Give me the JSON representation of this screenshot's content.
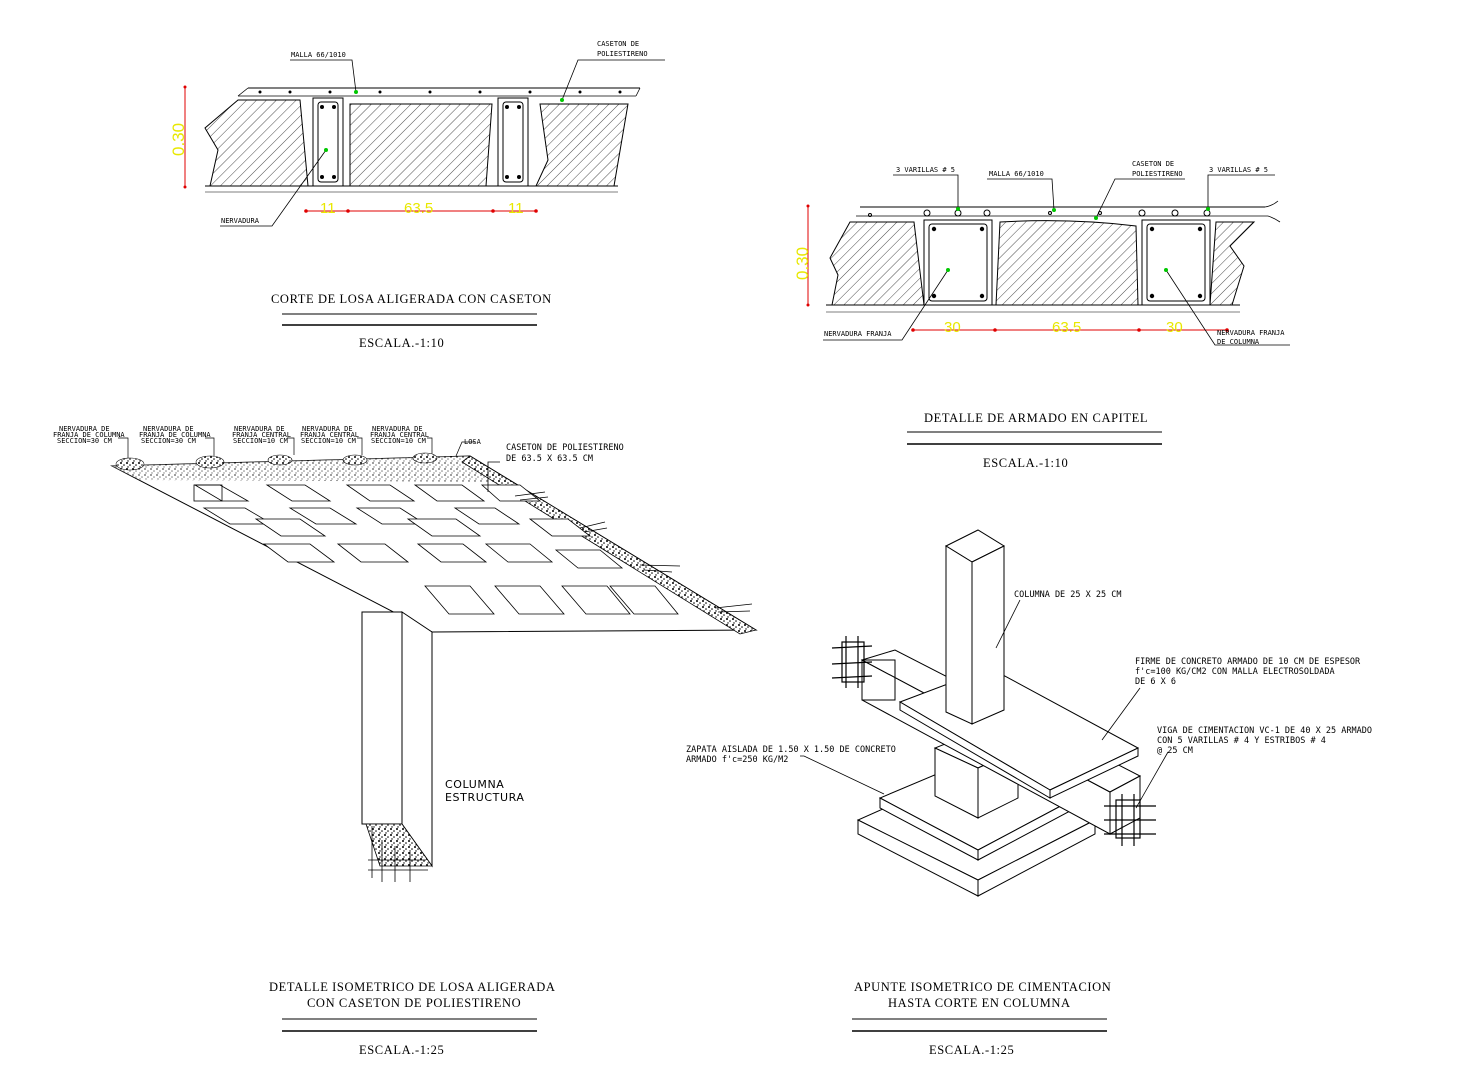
{
  "colors": {
    "ink": "#000000",
    "dimension": "#e8e800",
    "dimension_line": "#e00000",
    "leader_dot": "#00c800"
  },
  "detail_1": {
    "label_malla": "MALLA 66/1010",
    "label_caseton": [
      "CASETON DE",
      "POLIESTIRENO"
    ],
    "label_nervadura": "NERVADURA",
    "dim_height": "0.30",
    "dims": [
      "11",
      "63.5",
      "11"
    ],
    "title": "CORTE DE LOSA ALIGERADA CON CASETON",
    "scale": "ESCALA.-1:10"
  },
  "detail_2": {
    "label_varillas_left": "3 VARILLAS # 5",
    "label_malla": "MALLA 66/1010",
    "label_caseton": [
      "CASETON DE",
      "POLIESTIRENO"
    ],
    "label_varillas_right": "3 VARILLAS # 5",
    "label_nervadura_left": "NERVADURA FRANJA",
    "label_nervadura_right": [
      "NERVADURA FRANJA",
      "DE COLUMNA"
    ],
    "dim_height": "0.30",
    "dims": [
      "30",
      "63.5",
      "30"
    ],
    "title": "DETALLE DE ARMADO EN CAPITEL",
    "scale": "ESCALA.-1:10"
  },
  "detail_3": {
    "labels_top": [
      [
        "NERVADURA DE",
        "FRANJA DE COLUMNA",
        "SECCION=30 CM"
      ],
      [
        "NERVADURA DE",
        "FRANJA DE COLUMNA",
        "SECCION=30 CM"
      ],
      [
        "NERVADURA DE",
        "FRANJA CENTRAL",
        "SECCION=10 CM"
      ],
      [
        "NERVADURA DE",
        "FRANJA CENTRAL",
        "SECCION=10 CM"
      ],
      [
        "NERVADURA DE",
        "FRANJA CENTRAL",
        "SECCION=10 CM"
      ]
    ],
    "label_losa": "LOSA",
    "label_caseton": [
      "CASETON DE POLIESTIRENO",
      "DE 63.5 X 63.5 CM"
    ],
    "label_columna": [
      "COLUMNA",
      "ESTRUCTURA"
    ],
    "title": [
      "DETALLE ISOMETRICO DE LOSA ALIGERADA",
      "CON CASETON DE POLIESTIRENO"
    ],
    "scale": "ESCALA.-1:25"
  },
  "detail_4": {
    "label_columna": "COLUMNA DE 25 X 25 CM",
    "label_firme": [
      "FIRME DE CONCRETO ARMADO DE 10 CM DE ESPESOR",
      "f'c=100 KG/CM2 CON MALLA ELECTROSOLDADA",
      "DE 6 X 6"
    ],
    "label_viga": [
      "VIGA DE CIMENTACION VC-1 DE 40 X 25 ARMADO",
      "CON 5 VARILLAS # 4 Y ESTRIBOS # 4",
      "@ 25 CM"
    ],
    "label_zapata": [
      "ZAPATA AISLADA DE 1.50 X 1.50 DE CONCRETO",
      "ARMADO f'c=250 KG/M2"
    ],
    "title": [
      "APUNTE ISOMETRICO DE CIMENTACION",
      "HASTA  CORTE EN COLUMNA"
    ],
    "scale": "ESCALA.-1:25"
  }
}
